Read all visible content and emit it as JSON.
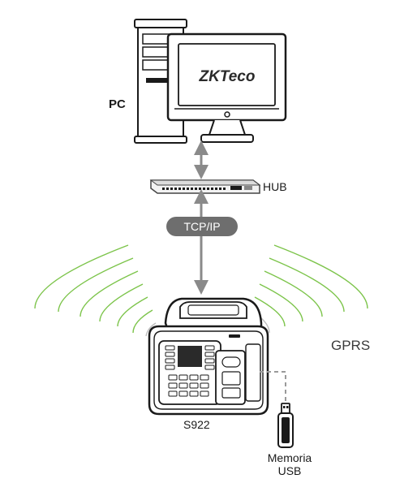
{
  "diagram": {
    "pc_label": "PC",
    "monitor_logo": "ZKTeco",
    "hub_label": "HUB",
    "link_label": "TCP/IP",
    "wireless_label": "GPRS",
    "device_label": "S922",
    "usb_label": "Memoria USB"
  },
  "colors": {
    "signal": "#7cc44a",
    "signal_gray": "#bdbdbd",
    "link_pill": "#6e6e6e",
    "connector": "#8a8a8a"
  }
}
